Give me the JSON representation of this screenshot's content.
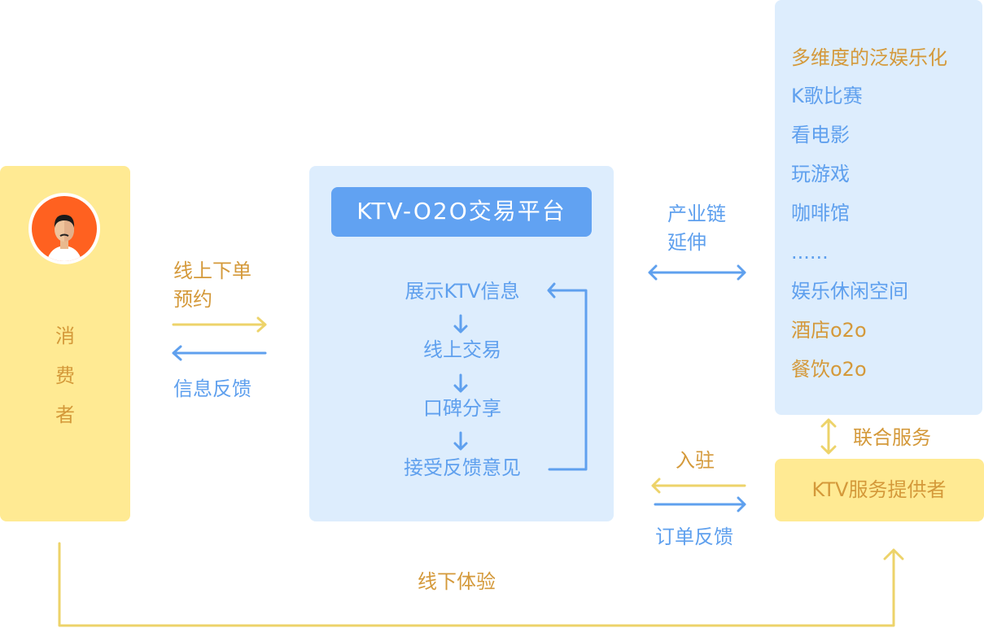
{
  "colors": {
    "yellow_bg": "#FFEA93",
    "blue_bg": "#DDEDFD",
    "orange_text": "#D4993A",
    "blue_text": "#5FA0EE",
    "yellow_line": "#EDD36A",
    "blue_line": "#5FA0EE",
    "title_bg": "#61A2F2",
    "avatar_bg": "#FF6120"
  },
  "consumer": {
    "label_chars": [
      "消",
      "费",
      "者"
    ],
    "icon": "person-avatar-icon"
  },
  "left_arrows": {
    "top_label_line1": "线上下单",
    "top_label_line2": "预约",
    "bottom_label": "信息反馈"
  },
  "platform": {
    "title": "KTV-O2O交易平台",
    "steps": [
      "展示KTV信息",
      "线上交易",
      "口碑分享",
      "接受反馈意见"
    ]
  },
  "industry": {
    "label_line1": "产业链",
    "label_line2": "延伸"
  },
  "entertainment": {
    "items": [
      {
        "text": "多维度的泛娱乐化",
        "tone": "orange"
      },
      {
        "text": "K歌比赛",
        "tone": "blue"
      },
      {
        "text": "看电影",
        "tone": "blue"
      },
      {
        "text": "玩游戏",
        "tone": "blue"
      },
      {
        "text": "咖啡馆",
        "tone": "blue"
      },
      {
        "text": "......",
        "tone": "blue"
      },
      {
        "text": "娱乐休闲空间",
        "tone": "blue"
      },
      {
        "text": "酒店o2o",
        "tone": "orange"
      },
      {
        "text": "餐饮o2o",
        "tone": "orange"
      }
    ]
  },
  "joint_service": "联合服务",
  "provider": {
    "label": "KTV服务提供者",
    "in_label": "入驻",
    "out_label": "订单反馈"
  },
  "offline": "线下体验"
}
